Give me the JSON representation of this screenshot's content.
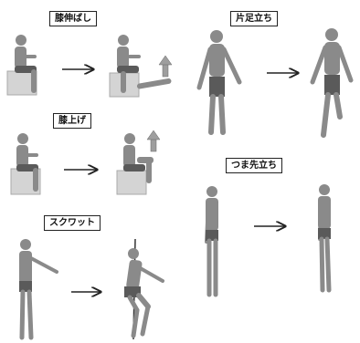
{
  "exercises": {
    "knee_extension": "膝伸ばし",
    "single_leg_stand": "片足立ち",
    "knee_raise": "膝上げ",
    "tiptoe_stand": "つま先立ち",
    "squat": "スクワット"
  },
  "colors": {
    "figure": "#8a8a8a",
    "shorts": "#5a5a5a",
    "chair": "#d4d4d4",
    "up_arrow": "#9e9e9e",
    "ink": "#222222"
  }
}
